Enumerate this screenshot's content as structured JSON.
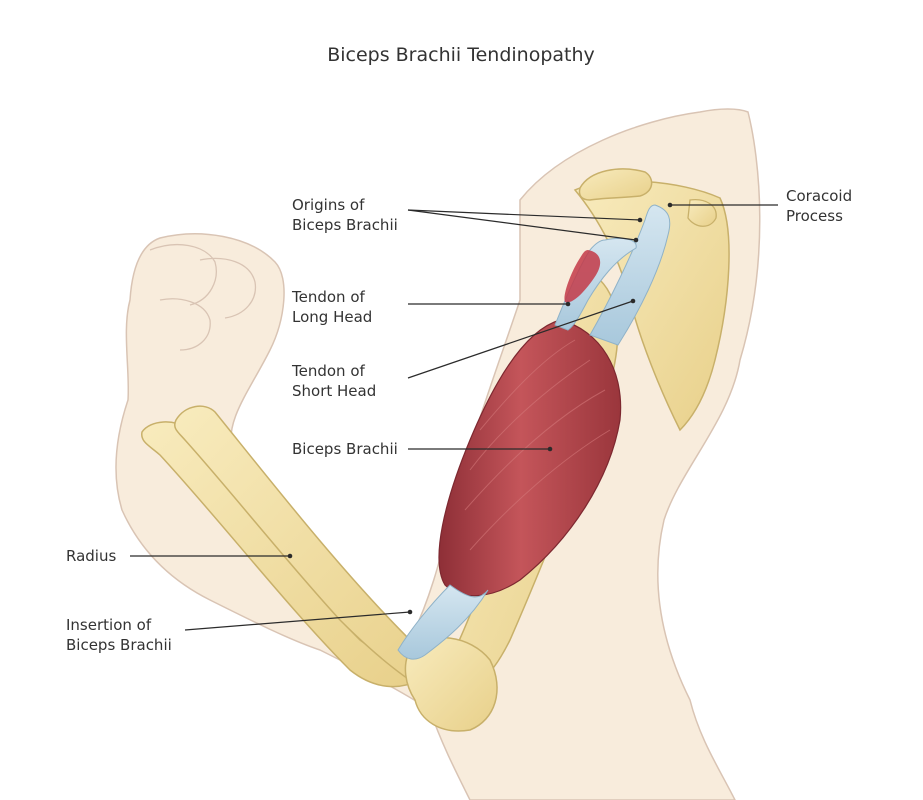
{
  "title": "Biceps Brachii Tendinopathy",
  "labels": {
    "origins": [
      "Origins of",
      "Biceps Brachii"
    ],
    "coracoid": [
      "Coracoid",
      "Process"
    ],
    "long_head": [
      "Tendon of",
      "Long Head"
    ],
    "short_head": [
      "Tendon of",
      "Short Head"
    ],
    "biceps": [
      "Biceps Brachii"
    ],
    "radius": [
      "Radius"
    ],
    "insertion": [
      "Insertion of",
      "Biceps Brachii"
    ]
  },
  "colors": {
    "skin": "#f8ecdc",
    "skin_outline": "#d9c4b4",
    "bone": "#f3e1a6",
    "bone_outline": "#c8b06a",
    "muscle": "#b5474d",
    "muscle_dark": "#8e2f37",
    "tendon": "#bcd6e6",
    "leader": "#2b2b2b"
  }
}
